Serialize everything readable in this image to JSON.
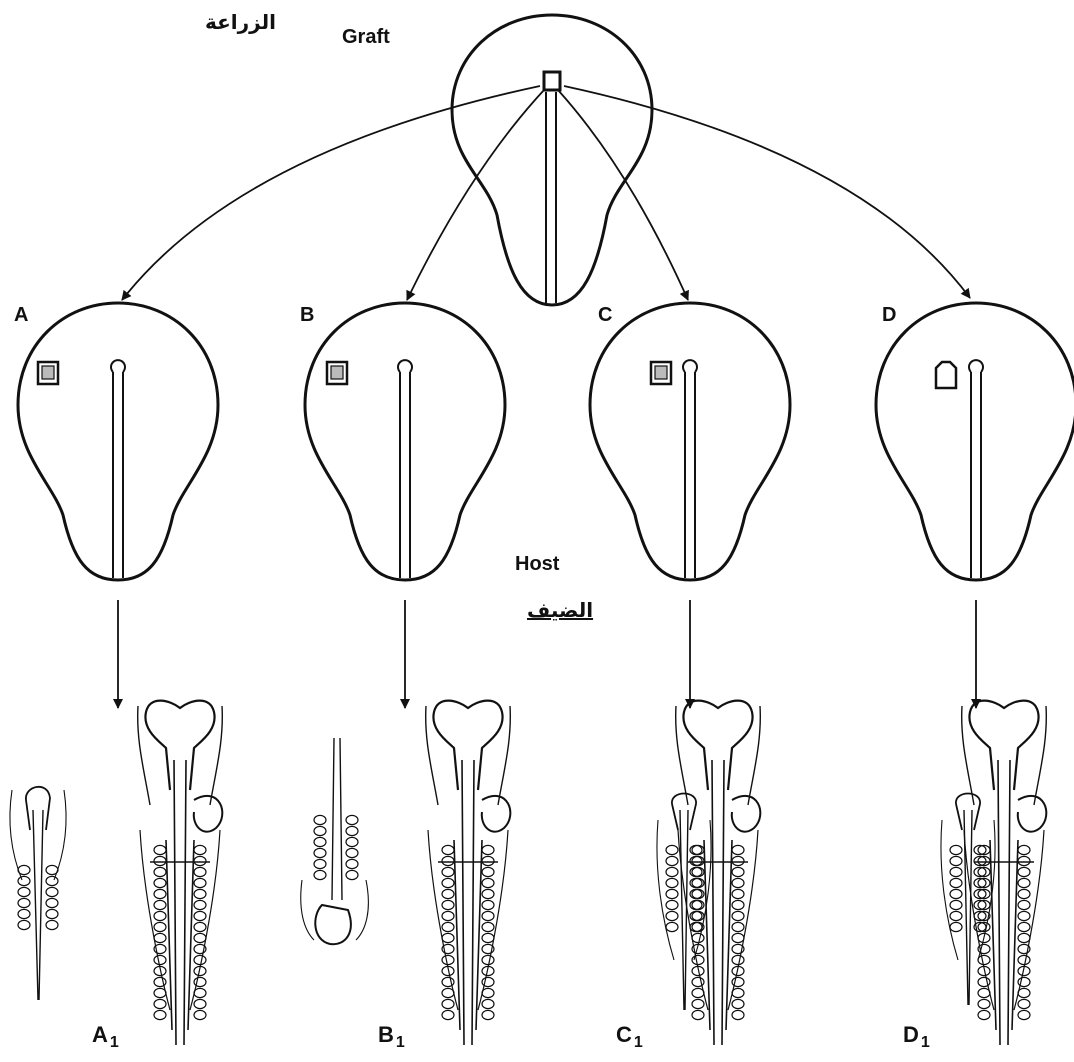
{
  "labels": {
    "graft": "Graft",
    "graft_ar": "الزراعة",
    "host": "Host",
    "host_ar": "الضيف"
  },
  "panels": [
    {
      "letter": "A",
      "result_letter": "A",
      "result_sub": "1"
    },
    {
      "letter": "B",
      "result_letter": "B",
      "result_sub": "1"
    },
    {
      "letter": "C",
      "result_letter": "C",
      "result_sub": "1"
    },
    {
      "letter": "D",
      "result_letter": "D",
      "result_sub": "1"
    }
  ],
  "colors": {
    "line": "#111111",
    "background": "#ffffff"
  }
}
